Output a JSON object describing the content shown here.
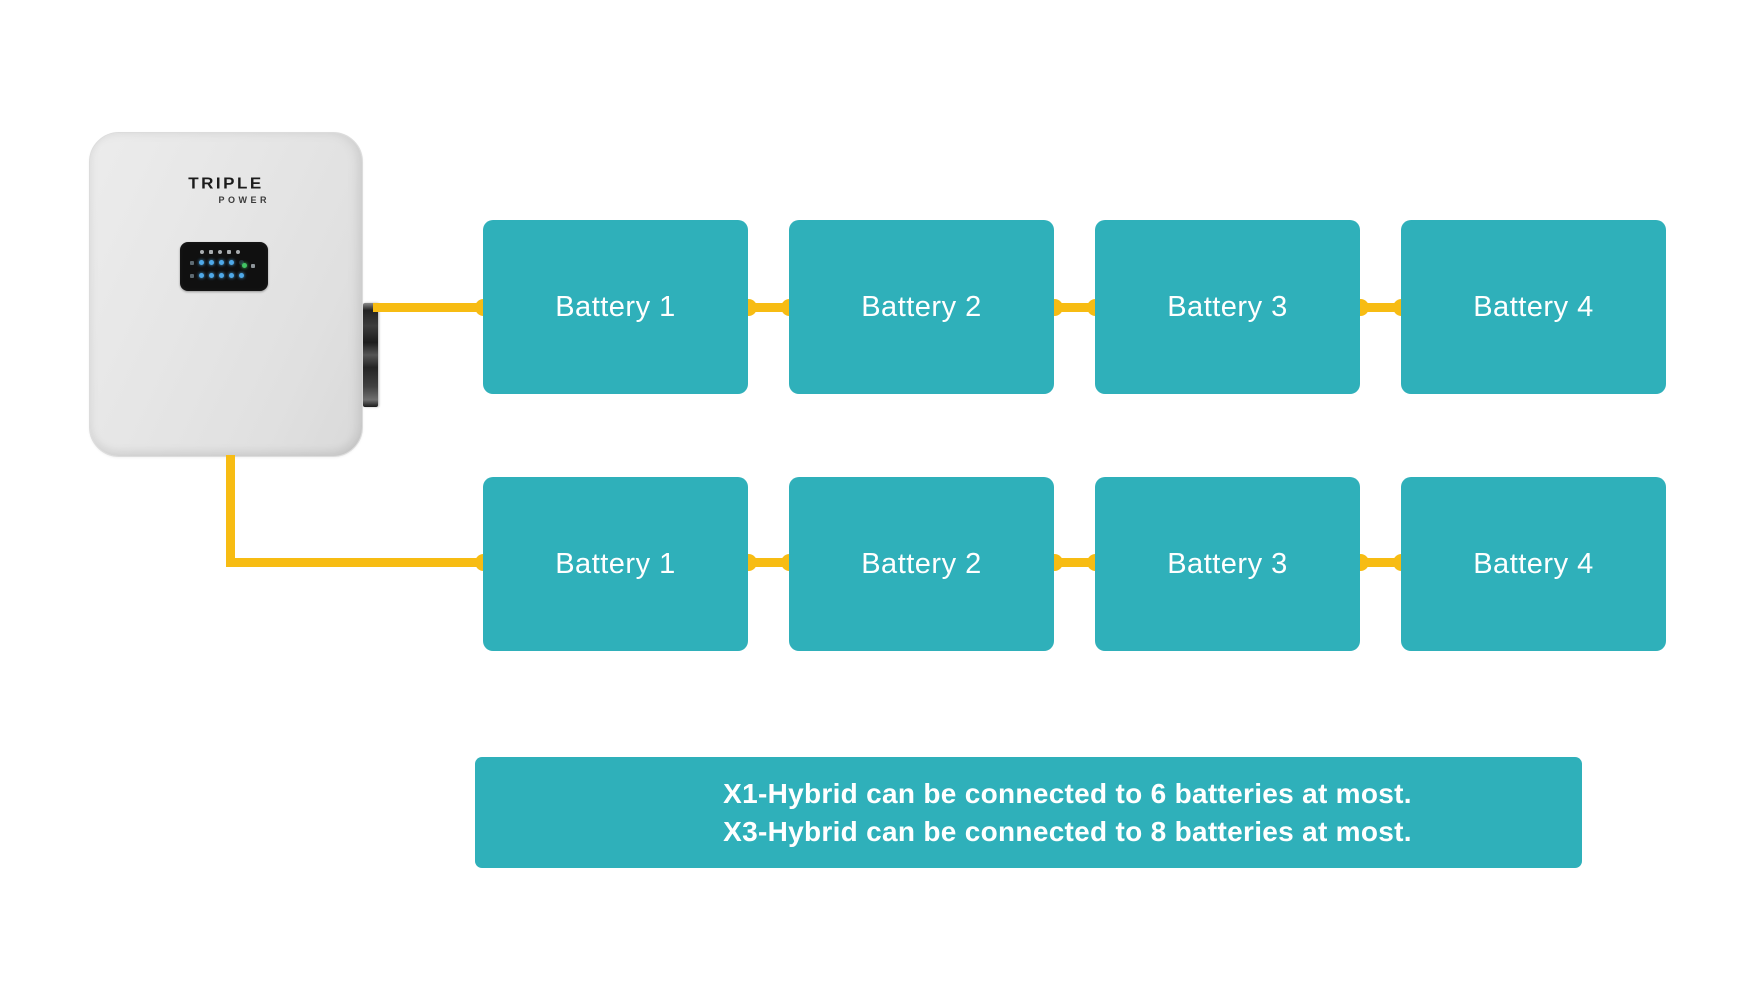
{
  "device": {
    "logo_line1": "TRIPLE",
    "logo_line2": "POWER"
  },
  "rows": [
    {
      "batteries": [
        "Battery 1",
        "Battery 2",
        "Battery 3",
        "Battery 4"
      ]
    },
    {
      "batteries": [
        "Battery 1",
        "Battery 2",
        "Battery 3",
        "Battery 4"
      ]
    }
  ],
  "note": {
    "line1": "X1-Hybrid can be connected to 6 batteries at most.",
    "line2": "X3-Hybrid can be connected to 8 batteries at most."
  },
  "colors": {
    "teal": "#2FB0BA",
    "wire_yellow": "#F7BC13",
    "device_body": "#E6E6E6",
    "device_edge": "#DCDCDC",
    "display_black": "#101010",
    "led_blue": "#4FA9E8",
    "led_green": "#41C463",
    "label_text": "#FFFFFF",
    "logo_text": "#1C1C1C"
  }
}
